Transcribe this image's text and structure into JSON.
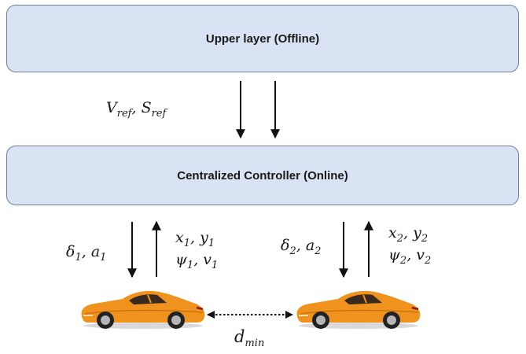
{
  "upper_layer": {
    "label": "Upper layer (Offline)"
  },
  "controller": {
    "label": "Centralized Controller (Online)"
  },
  "reference_signals": {
    "v": {
      "base": "V",
      "sub": "ref"
    },
    "s": {
      "base": "S",
      "sub": "ref"
    },
    "sep": ", "
  },
  "vehicle_1": {
    "inputs": [
      {
        "base": "δ",
        "sub": "1"
      },
      {
        "base": "a",
        "sub": "1"
      }
    ],
    "states_row1": [
      {
        "base": "x",
        "sub": "1"
      },
      {
        "base": "y",
        "sub": "1"
      }
    ],
    "states_row2": [
      {
        "base": "ψ",
        "sub": "1"
      },
      {
        "base": "v",
        "sub": "1"
      }
    ],
    "sep": ", "
  },
  "vehicle_2": {
    "inputs": [
      {
        "base": "δ",
        "sub": "2"
      },
      {
        "base": "a",
        "sub": "2"
      }
    ],
    "states_row1": [
      {
        "base": "x",
        "sub": "2"
      },
      {
        "base": "y",
        "sub": "2"
      }
    ],
    "states_row2": [
      {
        "base": "ψ",
        "sub": "2"
      },
      {
        "base": "v",
        "sub": "2"
      }
    ],
    "sep": ", "
  },
  "gap": {
    "base": "d",
    "sub": "min"
  },
  "colors": {
    "box_fill": "#dae3f3",
    "box_border": "#6d7f9e",
    "car_body": "#f0921e",
    "arrow": "#111111"
  },
  "icons": {
    "vehicle": "sports-car-icon"
  }
}
